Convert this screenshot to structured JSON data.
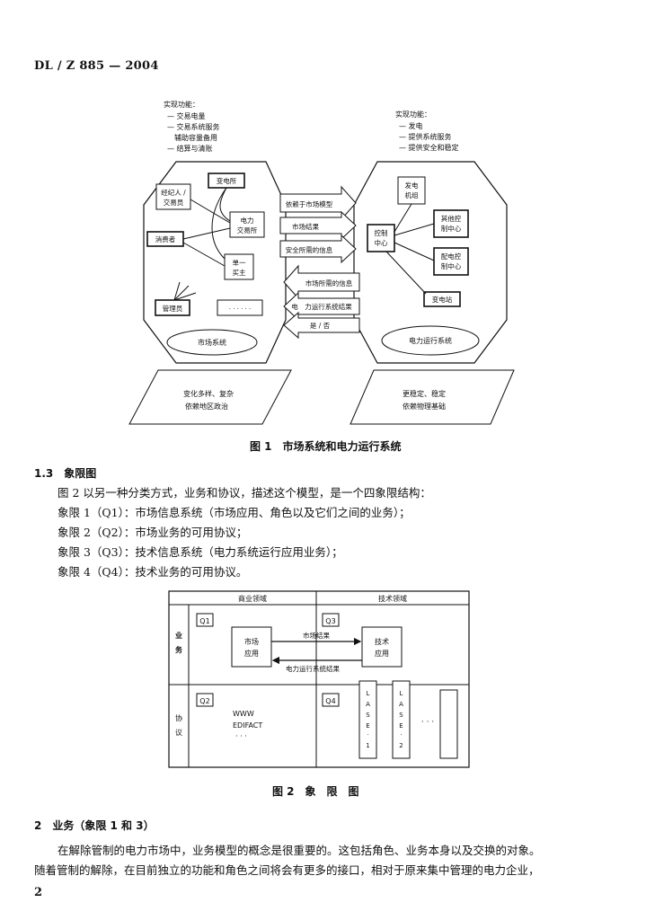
{
  "header": {
    "doc_id": "DL / Z 885 — 2004"
  },
  "figure1": {
    "left_functions_title": "实现功能：",
    "left_functions": [
      "— 交易电量",
      "— 交易系统服务",
      "　辅助容量备用",
      "— 结算与清账"
    ],
    "right_functions_title": "实现功能：",
    "right_functions": [
      "— 发电",
      "— 提供系统服务",
      "— 提供安全和稳定"
    ],
    "left_nodes": {
      "broker": [
        "经纪人 /",
        "交易员"
      ],
      "substation": "变电所",
      "exchange": [
        "电力",
        "交易所"
      ],
      "consumer": "消费者",
      "single_buyer": [
        "单一",
        "买主"
      ],
      "regulator": "管理员",
      "dots": "· · · · · ·",
      "system": "市场系统"
    },
    "right_nodes": {
      "generator": [
        "发电",
        "机组"
      ],
      "control": [
        "控制",
        "中心"
      ],
      "other_control": [
        "其他控",
        "制中心"
      ],
      "dist_control": [
        "配电控",
        "制中心"
      ],
      "substation": "变电站",
      "system": "电力运行系统"
    },
    "arrows_right": [
      "依赖于市场模型",
      "市场结果",
      "安全所需的信息"
    ],
    "arrows_left": [
      "市场所需的信息",
      "电　力运行系统结果",
      "是 / 否"
    ],
    "left_base": [
      "变化多样、复杂",
      "依赖地区政治"
    ],
    "right_base": [
      "更稳定、稳定",
      "依赖物理基础"
    ],
    "caption": "图 1　市场系统和电力运行系统"
  },
  "section_1_3": {
    "heading": "1.3　象限图",
    "lines": [
      "图 2 以另一种分类方式，业务和协议，描述这个模型，是一个四象限结构：",
      "象限 1（Q1）：市场信息系统（市场应用、角色以及它们之间的业务）；",
      "象限 2（Q2）：市场业务的可用协议；",
      "象限 3（Q3）：技术信息系统（电力系统运行应用业务）；",
      "象限 4（Q4）：技术业务的可用协议。"
    ]
  },
  "figure2": {
    "col_business": "商业领域",
    "col_tech": "技术领域",
    "row_business": [
      "业",
      "务"
    ],
    "row_protocol": [
      "协",
      "议"
    ],
    "q1": "Q1",
    "q2": "Q2",
    "q3": "Q3",
    "q4": "Q4",
    "market_app": [
      "市场",
      "应用"
    ],
    "tech_app": [
      "技术",
      "应用"
    ],
    "market_result": "市场结果",
    "power_result": "电力运行系统结果",
    "protocols": [
      "WWW",
      "EDIFACT",
      "· · ·"
    ],
    "base1": [
      "L",
      "A",
      "S",
      "E",
      "·",
      "1"
    ],
    "base2": [
      "L",
      "A",
      "S",
      "E",
      "·",
      "2"
    ],
    "more": "· · ·",
    "caption": "图 2　象　限　图"
  },
  "section_2": {
    "heading": "2　业务（象限 1 和 3）",
    "para1": "在解除管制的电力市场中，业务模型的概念是很重要的。这包括角色、业务本身以及交换的对象。",
    "para2": "随着管制的解除，在目前独立的功能和角色之间将会有更多的接口，相对于原来集中管理的电力企业，"
  },
  "page_number": "2"
}
